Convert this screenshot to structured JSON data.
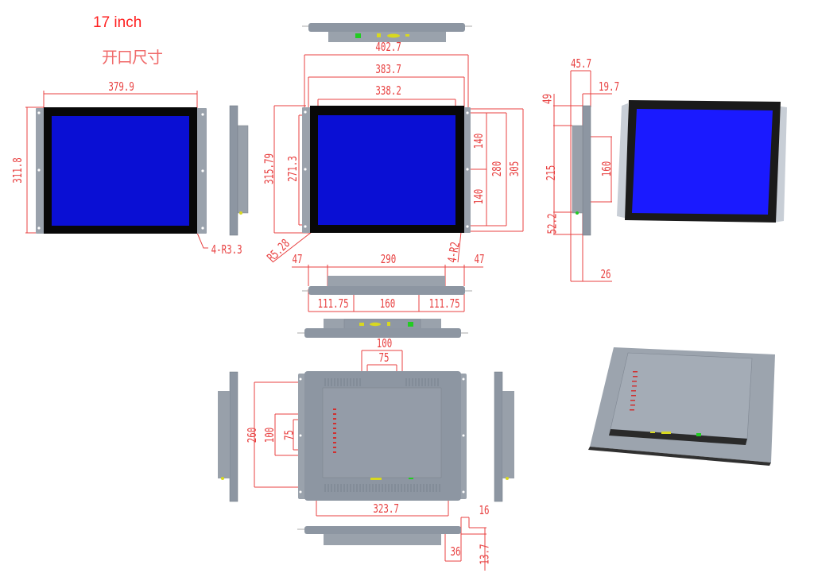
{
  "header": {
    "title": "17 inch",
    "subtitle": "开口尺寸"
  },
  "front_view_left": {
    "width_label": "379.9",
    "height_label": "311.8",
    "corner_label": "4-R3.3"
  },
  "front_view_center": {
    "top_dims": [
      "402.7",
      "383.7",
      "338.2"
    ],
    "left_dims": [
      "315.79",
      "271.3"
    ],
    "right_dims": [
      "140",
      "140",
      "280",
      "305"
    ],
    "corner_labels": [
      "R5.28",
      "4-R2"
    ],
    "bottom_dims": [
      "47",
      "290",
      "47"
    ],
    "bottom_view_dims": [
      "111.75",
      "160",
      "111.75"
    ]
  },
  "side_view_right": {
    "dims": [
      "45.7",
      "19.7",
      "49",
      "215",
      "160",
      "52.2",
      "26"
    ]
  },
  "back_view": {
    "top_dims": [
      "100",
      "75"
    ],
    "left_dims": [
      "260",
      "100",
      "75"
    ],
    "bottom_dim": "323.7",
    "side_dims": [
      "16",
      "36",
      "13.7"
    ]
  },
  "colors": {
    "dimension": "#e84040",
    "screen": "#0a0fd4",
    "bezel": "#080808",
    "frame": "#949ca6",
    "chassis": "#8d96a2"
  }
}
